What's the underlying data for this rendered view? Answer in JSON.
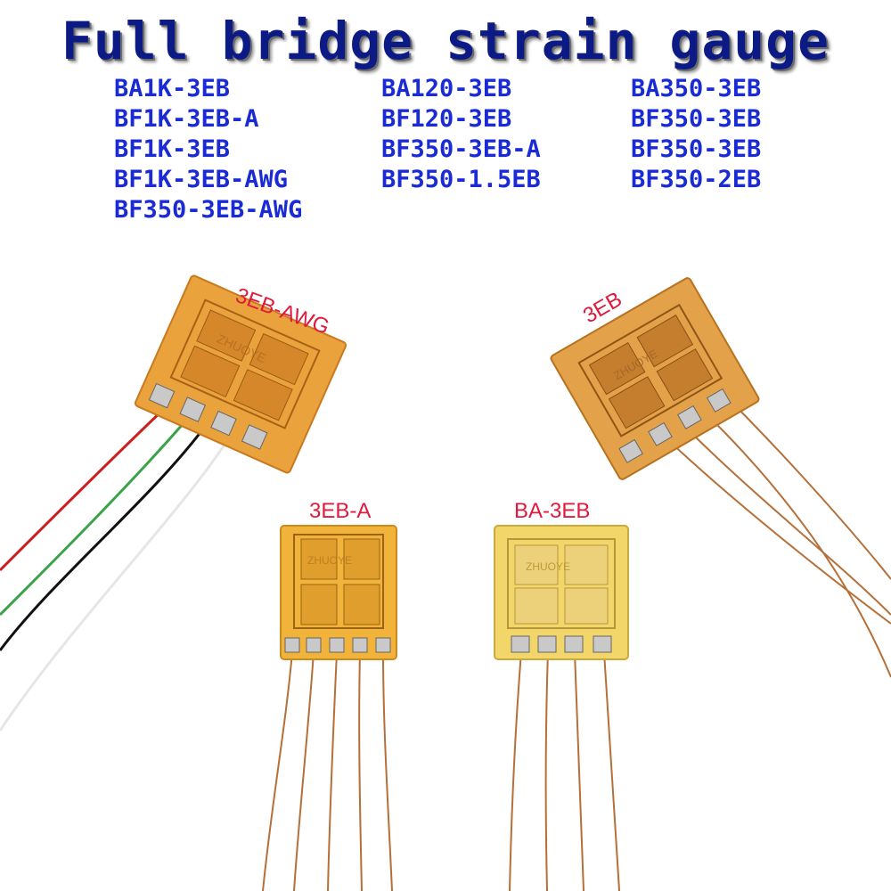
{
  "title": "Full bridge strain gauge",
  "model_columns": [
    [
      "BA1K-3EB",
      "BF1K-3EB-A",
      "BF1K-3EB",
      "BF1K-3EB-AWG",
      "BF350-3EB-AWG"
    ],
    [
      "BA120-3EB",
      "BF120-3EB",
      "BF350-3EB-A",
      "BF350-1.5EB"
    ],
    [
      "BA350-3EB",
      "BF350-3EB",
      "BF350-3EB",
      "BF350-2EB"
    ]
  ],
  "gauges": [
    {
      "label": "3EB-AWG",
      "color": "#e9a23c",
      "wires": [
        "#cc1f1f",
        "#3aa34a",
        "#111111",
        "#e8e8e8"
      ]
    },
    {
      "label": "3EB",
      "color": "#e3a24a",
      "wires": [
        "#b5703a",
        "#b5703a",
        "#b5703a",
        "#b5703a"
      ]
    },
    {
      "label": "3EB-A",
      "color": "#f2b33a",
      "wires": [
        "#b5703a",
        "#b5703a",
        "#b5703a",
        "#b5703a",
        "#b5703a"
      ]
    },
    {
      "label": "BA-3EB",
      "color": "#f3d66a",
      "wires": [
        "#b5703a",
        "#b5703a",
        "#b5703a",
        "#b5703a"
      ]
    }
  ],
  "brand": "ZHUOYE",
  "colors": {
    "title": "#0c1a86",
    "models": "#1a2bd6",
    "tags": "#e01a3c"
  }
}
